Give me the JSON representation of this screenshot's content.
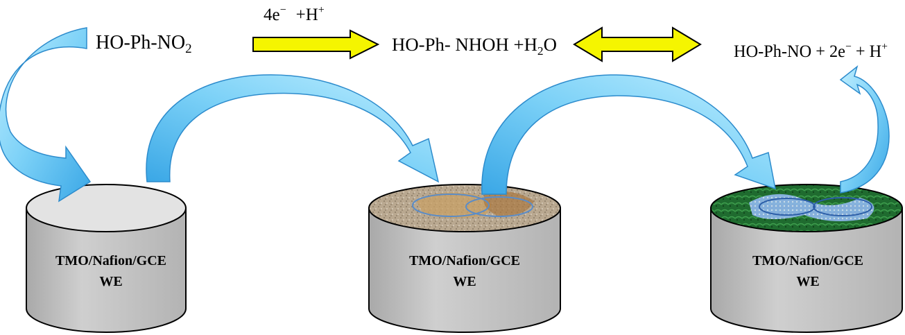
{
  "reaction": {
    "reactant": {
      "main": "HO-Ph-NO",
      "sub": "2"
    },
    "step1_label": {
      "e": "4e",
      "e_sup": "−",
      "h": "+H",
      "h_sup": "+"
    },
    "intermediate": {
      "a": "HO-Ph- NHOH +H",
      "sub": "2",
      "b": "O"
    },
    "product": {
      "a": "HO-Ph-NO + 2e",
      "sup1": "−",
      "b": " + H",
      "sup2": "+"
    }
  },
  "electrodes": [
    {
      "label_line1": "TMO/Nafion/GCE",
      "label_line2": "WE",
      "surface": "plain"
    },
    {
      "label_line1": "TMO/Nafion/GCE",
      "label_line2": "WE",
      "surface": "sand"
    },
    {
      "label_line1": "TMO/Nafion/GCE",
      "label_line2": "WE",
      "surface": "mesh"
    }
  ],
  "colors": {
    "yellow_arrow": "#f5f500",
    "blue_arrow_light": "#bfeeff",
    "blue_arrow_dark": "#3aa7e6",
    "cylinder_body": "#c2c2c2",
    "cylinder_top": "#e3e3e3",
    "sand": "#b9a890",
    "mesh_green": "#1f6b2f",
    "mesh_blue": "#8fb7ee"
  }
}
